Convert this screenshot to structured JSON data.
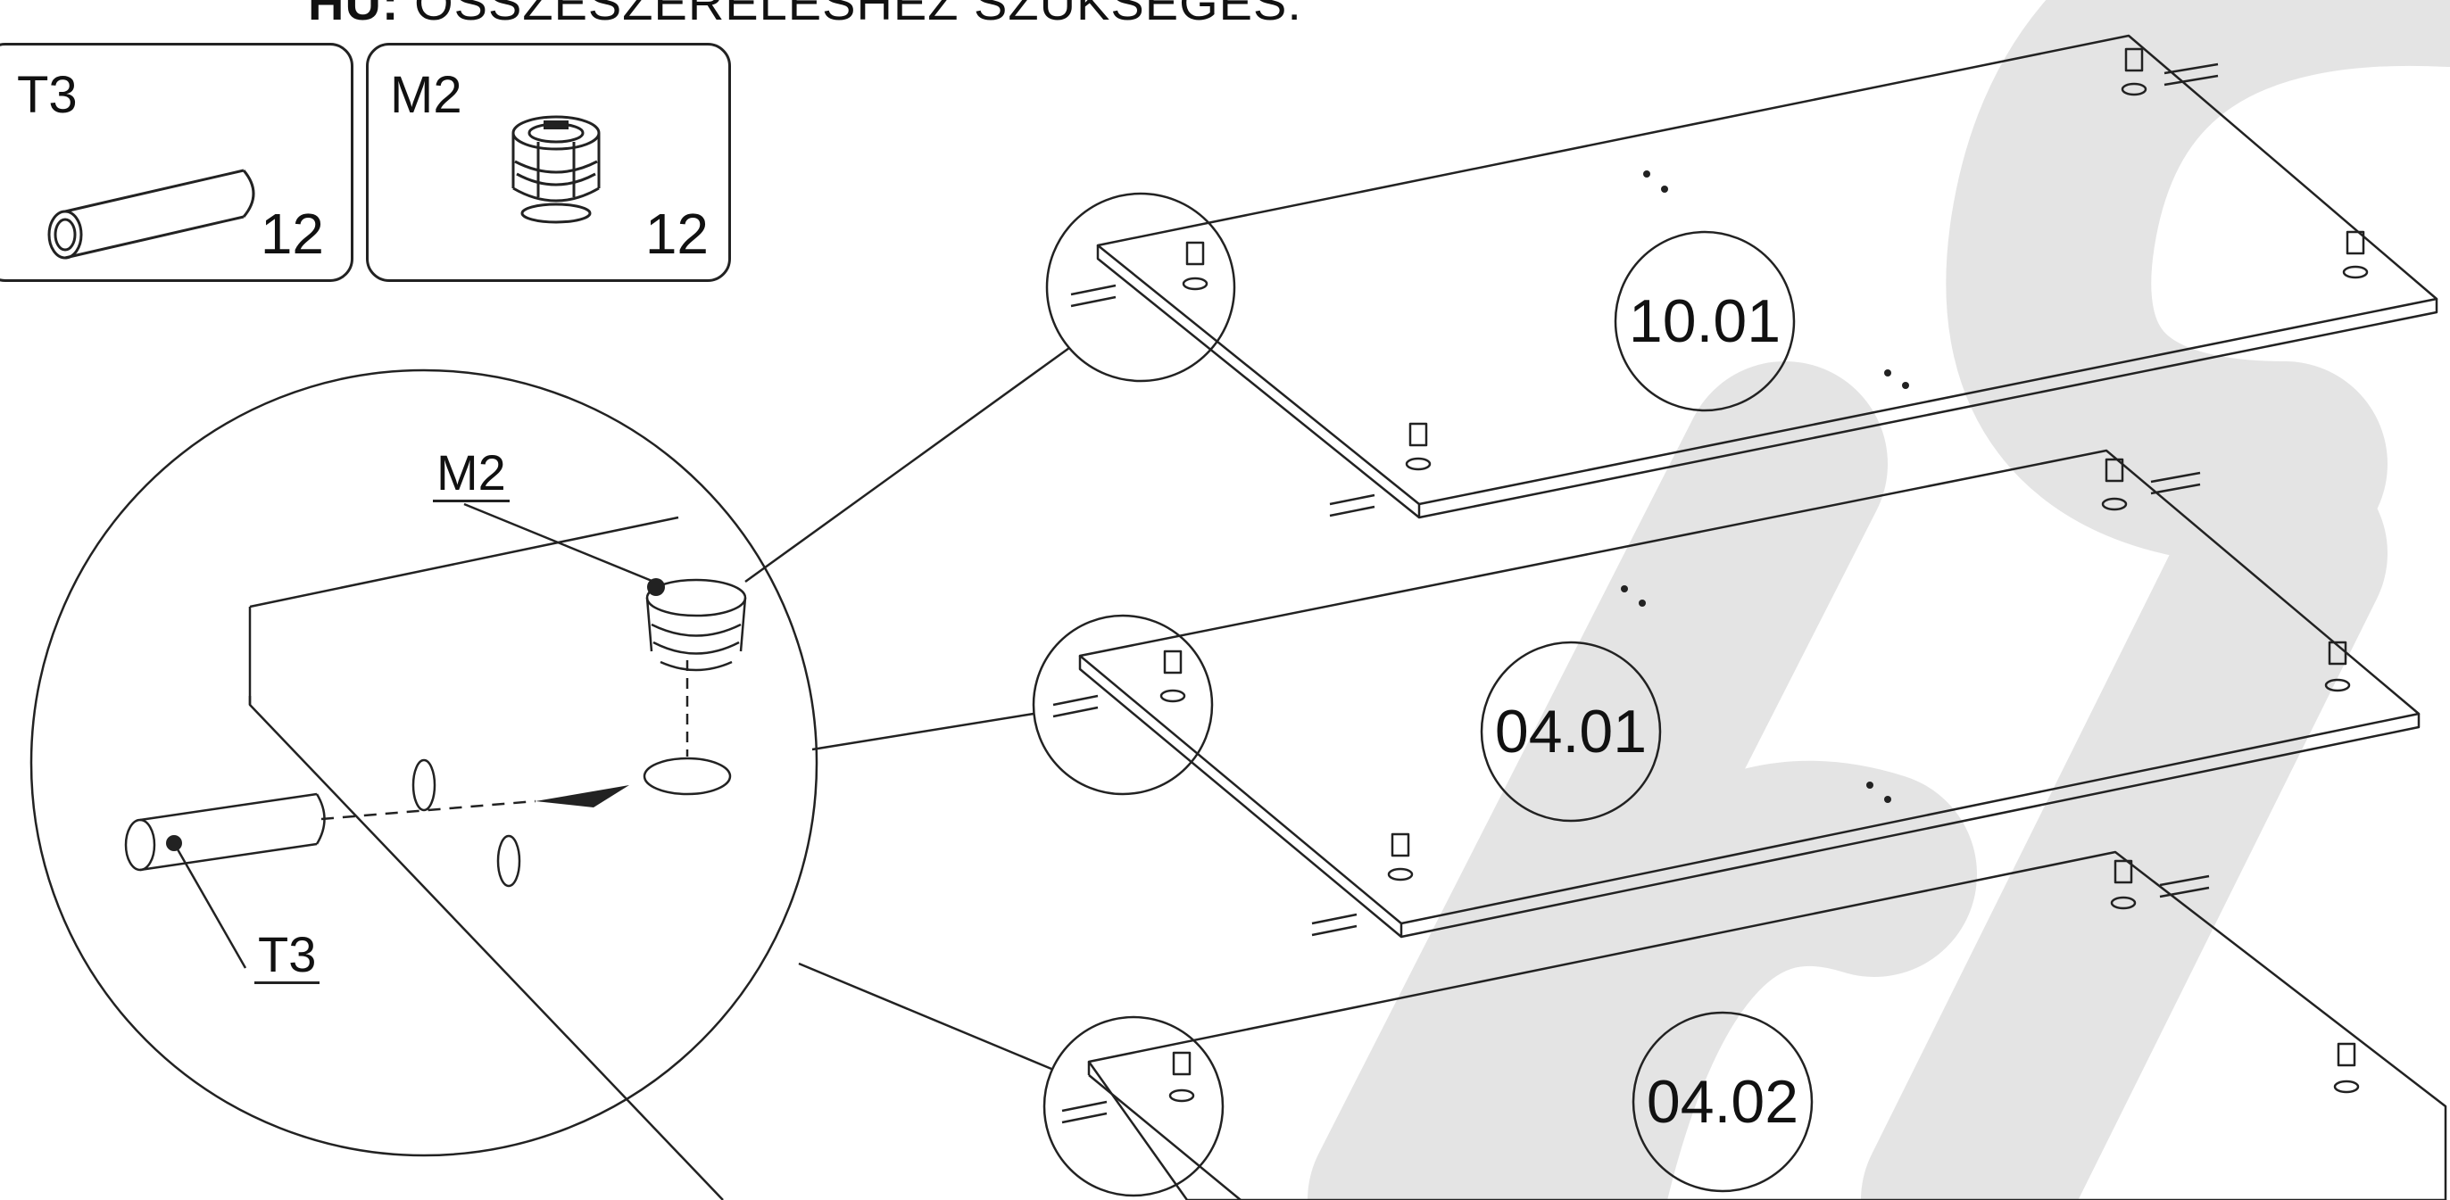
{
  "header": {
    "prefix": "HU:",
    "text": "ÖSSZESZERELÉSHEZ SZÜKSÉGES:"
  },
  "parts": [
    {
      "code": "T3",
      "quantity": "12",
      "icon": "dowel-icon"
    },
    {
      "code": "M2",
      "quantity": "12",
      "icon": "cam-lock-icon"
    }
  ],
  "panels": [
    {
      "label": "10.01"
    },
    {
      "label": "04.01"
    },
    {
      "label": "04.02"
    }
  ],
  "detail": {
    "labels": [
      "M2",
      "T3"
    ]
  },
  "colors": {
    "line": "#222222",
    "watermark": "#e4e4e4",
    "background": "#ffffff"
  }
}
